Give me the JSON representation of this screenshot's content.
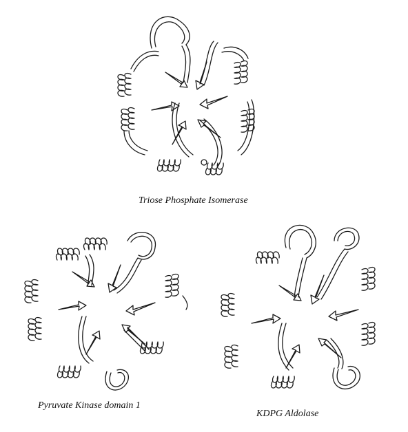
{
  "figures": [
    {
      "id": "tim",
      "caption": "Triose Phosphate Isomerase"
    },
    {
      "id": "pk",
      "caption": "Pyruvate Kinase domain 1"
    },
    {
      "id": "kdpg",
      "caption": "KDPG Aldolase"
    }
  ],
  "style": {
    "line_color": "#1a1a1a",
    "background": "#ffffff"
  }
}
